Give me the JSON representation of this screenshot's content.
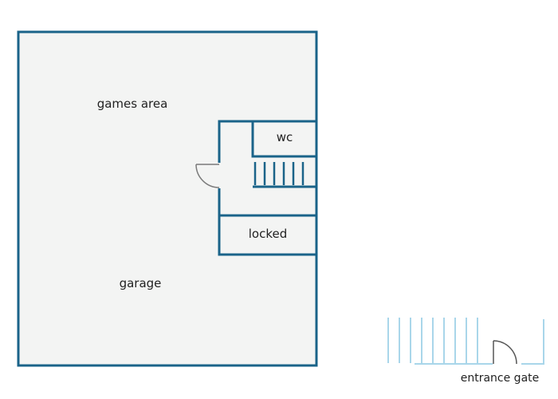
{
  "floorplan": {
    "labels": {
      "games_area": "games area",
      "wc": "wc",
      "locked": "locked",
      "garage": "garage",
      "entrance_gate": "entrance gate"
    },
    "colors": {
      "wall": "#1a6389",
      "floor": "#f3f4f3",
      "door_arc": "#7a7a7a",
      "fence": "#a9d6ea",
      "text": "#222222"
    }
  }
}
